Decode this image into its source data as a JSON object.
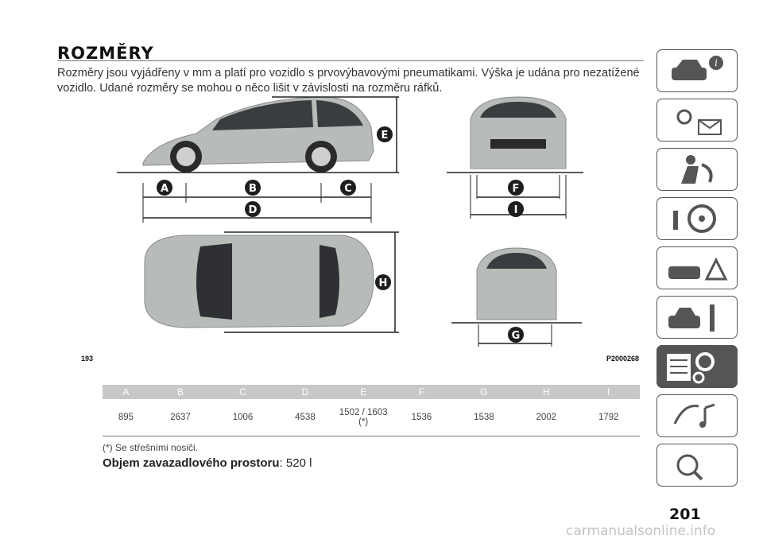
{
  "page": {
    "title": "ROZMĚRY",
    "intro": "Rozměry jsou vyjádřeny v mm a platí pro vozidlo s prvovýbavovými pneumatikami. Výška je udána pro nezatížené vozidlo. Udané rozměry se mohou o něco lišit v závislosti na rozměru ráfků.",
    "figure_number": "193",
    "figure_code": "P2000268",
    "figure_labels": [
      "A",
      "B",
      "C",
      "D",
      "E",
      "F",
      "G",
      "H",
      "I"
    ],
    "table": {
      "headers": [
        "A",
        "B",
        "C",
        "D",
        "E",
        "F",
        "G",
        "H",
        "I"
      ],
      "values": [
        "895",
        "2637",
        "1006",
        "4538",
        "1502 / 1603 (*)",
        "1536",
        "1538",
        "2002",
        "1792"
      ]
    },
    "footnote": "(*) Se střešními nosiči.",
    "trunk_label": "Objem zavazadlového prostoru",
    "trunk_value": ": 520 l",
    "page_number": "201",
    "watermark": "carmanualsonline.info"
  },
  "colors": {
    "accent": "#555555",
    "header_bg": "#c8c8c8",
    "car_body": "#b8bcb8"
  },
  "sidebar": {
    "tabs": [
      {
        "icon": "car-info-icon",
        "active": false
      },
      {
        "icon": "warning-lights-icon",
        "active": false
      },
      {
        "icon": "seatbelt-airbag-icon",
        "active": false
      },
      {
        "icon": "steering-wheel-icon",
        "active": false
      },
      {
        "icon": "emergency-icon",
        "active": false
      },
      {
        "icon": "maintenance-icon",
        "active": false
      },
      {
        "icon": "technical-data-icon",
        "active": true
      },
      {
        "icon": "multimedia-icon",
        "active": false
      },
      {
        "icon": "index-icon",
        "active": false
      }
    ]
  }
}
